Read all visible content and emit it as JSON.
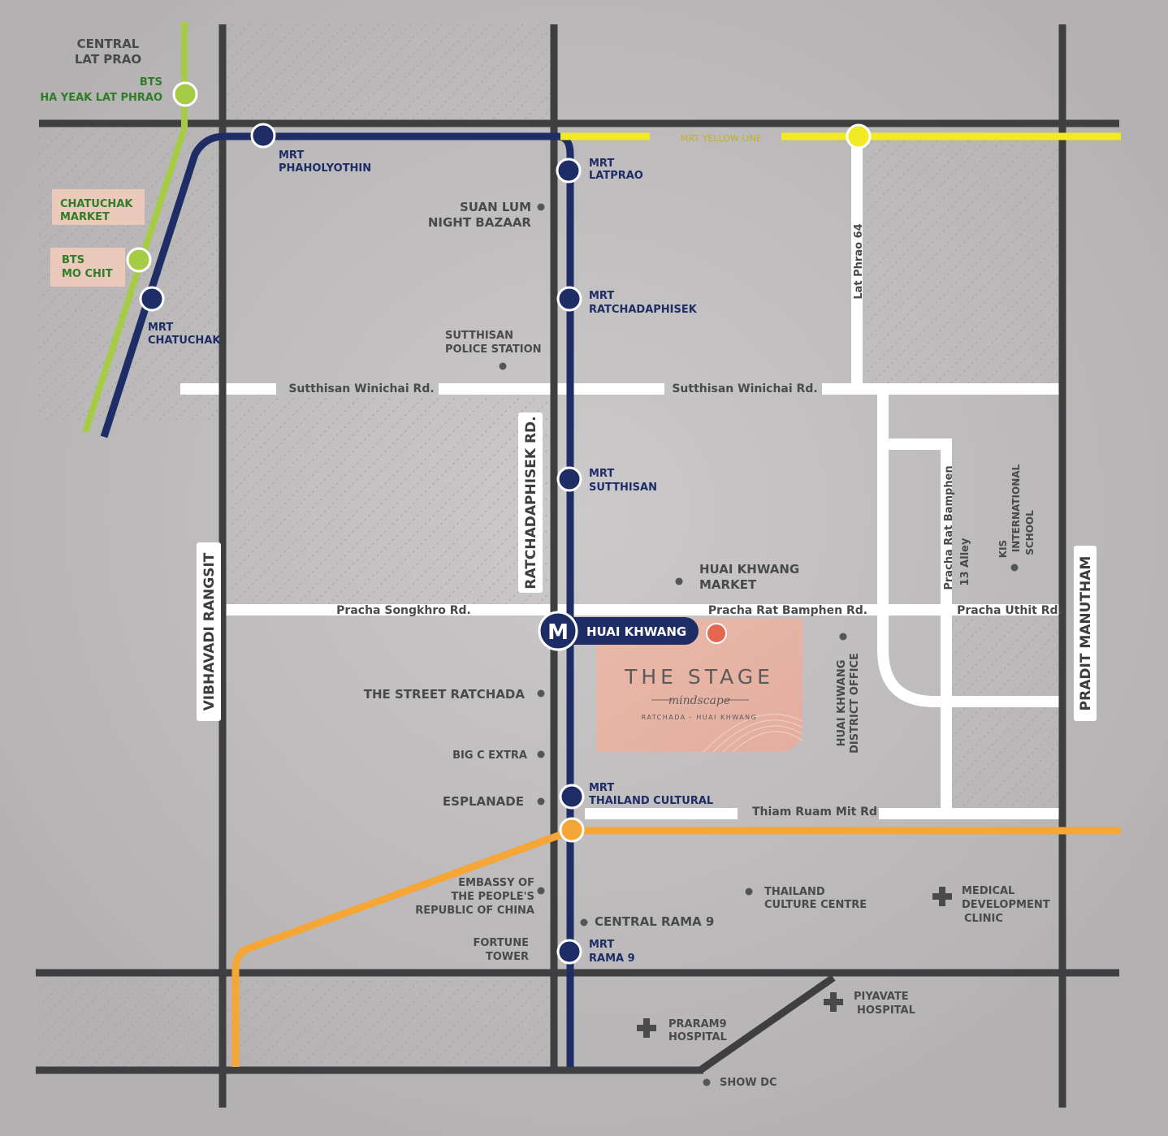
{
  "colors": {
    "background": "#bdbbbc",
    "road_gray": "#3f3f41",
    "mrt_blue": "#1f2d66",
    "bts_green": "#a6cb45",
    "yellow_line": "#f3ea26",
    "orange_line": "#f6a637",
    "project_pink": "#e8b7a7",
    "label_box": "#ebc9bb",
    "marker_red": "#e4664f"
  },
  "labels": {
    "central_lat_prao": [
      "CENTRAL",
      "LAT PRAO"
    ],
    "bts_ha_yeak": [
      "BTS",
      "HA YEAK  LAT PHRAO"
    ],
    "chatuchak_market": [
      "CHATUCHAK",
      "MARKET"
    ],
    "bts_mo_chit": [
      "BTS",
      "MO CHIT"
    ],
    "mrt_chatuchak": [
      "MRT",
      "CHATUCHAK"
    ],
    "mrt_phaholyothin": [
      "MRT",
      "PHAHOLYOTHIN"
    ],
    "mrt_latprao": [
      "MRT",
      "LATPRAO"
    ],
    "mrt_yellow_line": "MRT YELLOW LINE",
    "suan_lum": [
      "SUAN LUM",
      "NIGHT BAZAAR"
    ],
    "mrt_ratchadaphisek": [
      "MRT",
      "RATCHADAPHISEK"
    ],
    "sutthisan_police": [
      "SUTTHISAN",
      "POLICE STATION"
    ],
    "sutthisan_rd_1": "Sutthisan Winichai Rd.",
    "sutthisan_rd_2": "Sutthisan Winichai Rd.",
    "lat_phrao_64": "Lat Phrao 64",
    "mrt_sutthisan": [
      "MRT",
      "SUTTHISAN"
    ],
    "ratchadaphisek_rd": "RATCHADAPHISEK RD.",
    "vibhavadi": "VIBHAVADI RANGSIT",
    "pradit_manutham": "PRADIT MANUTHAM",
    "pracha_rat_13": [
      "Pracha Rat Bamphen",
      "13 Alley"
    ],
    "kis_school": [
      "KIS",
      "INTERNATIONAL",
      "SCHOOL"
    ],
    "huai_khwang_market": [
      "HUAI KHWANG",
      "MARKET"
    ],
    "pracha_songkhro": "Pracha Songkhro Rd.",
    "pracha_rat_bamphen": "Pracha Rat Bamphen Rd.",
    "pracha_uthit": "Pracha Uthit Rd.",
    "huai_khwang_station": "HUAI KHWANG",
    "m_badge": "M",
    "district_office": [
      "HUAI KHWANG",
      "DISTRICT OFFICE"
    ],
    "the_street": "THE STREET  RATCHADA",
    "big_c": "BIG C EXTRA",
    "esplanade": "ESPLANADE",
    "mrt_thailand_cultural": [
      "MRT",
      "THAILAND  CULTURAL"
    ],
    "thiam_ruam": "Thiam Ruam Mit Rd",
    "embassy": [
      "EMBASSY OF",
      "THE PEOPLE'S",
      "REPUBLIC  OF CHINA"
    ],
    "thailand_culture_centre": [
      "THAILAND",
      "CULTURE CENTRE"
    ],
    "medical_clinic": [
      "MEDICAL",
      "DEVELOPMENT",
      "CLINIC"
    ],
    "central_rama9": "CENTRAL RAMA 9",
    "fortune_tower": [
      "FORTUNE",
      "TOWER"
    ],
    "mrt_rama9": [
      "MRT",
      "RAMA 9"
    ],
    "piyavate": [
      "PIYAVATE",
      "HOSPITAL"
    ],
    "praram9": [
      "PRARAM9",
      "HOSPITAL"
    ],
    "show_dc": "SHOW DC"
  },
  "project": {
    "title": "THE STAGE",
    "subtitle": "mindscape",
    "location": "RATCHADA - HUAI KHWANG"
  },
  "icons": {
    "station": "station-circle-icon",
    "poi": "poi-dot-icon",
    "hospital": "hospital-cross-icon",
    "metro": "metro-m-icon"
  }
}
